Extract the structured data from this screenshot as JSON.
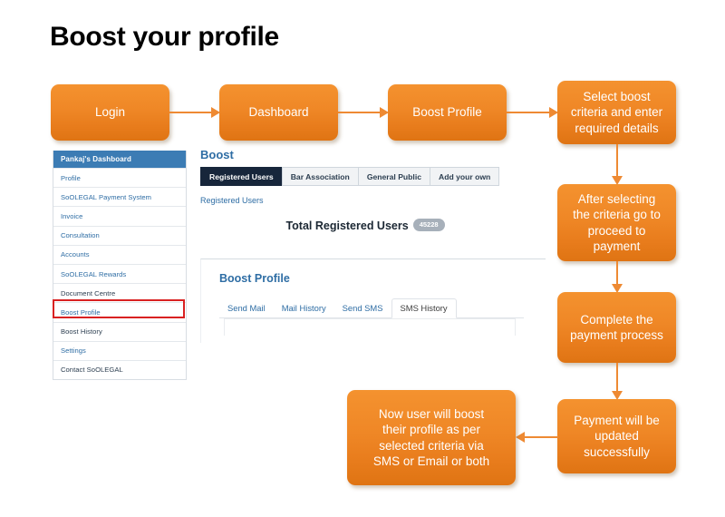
{
  "page": {
    "title": "Boost your profile"
  },
  "flow": {
    "boxes": [
      {
        "id": "login",
        "label": "Login"
      },
      {
        "id": "dashboard",
        "label": "Dashboard"
      },
      {
        "id": "boost",
        "label": "Boost Profile"
      },
      {
        "id": "criteria",
        "lines": [
          "Select boost",
          "criteria and enter",
          "required details"
        ]
      },
      {
        "id": "after",
        "lines": [
          "After selecting",
          "the criteria go to",
          "proceed to",
          "payment"
        ]
      },
      {
        "id": "complete",
        "lines": [
          "Complete the",
          "payment process"
        ]
      },
      {
        "id": "payment",
        "lines": [
          "Payment will be",
          "updated",
          "successfully"
        ]
      },
      {
        "id": "now_user",
        "lines": [
          "Now user will boost",
          "their profile as per",
          "selected criteria via",
          "SMS or Email or both"
        ]
      }
    ],
    "box_color": "#ef8726",
    "arrow_color": "#ee8a33",
    "text_color": "#ffffff"
  },
  "flow_text": {
    "login": "Login",
    "dashboard": "Dashboard",
    "boost_profile": "Boost Profile",
    "criteria_l1": "Select boost",
    "criteria_l2": "criteria and enter",
    "criteria_l3": "required details",
    "after_l1": "After selecting",
    "after_l2": "the criteria go to",
    "after_l3": "proceed to",
    "after_l4": "payment",
    "complete_l1": "Complete the",
    "complete_l2": "payment process",
    "payment_l1": "Payment will be",
    "payment_l2": "updated",
    "payment_l3": "successfully",
    "nowuser_l1": "Now user will boost",
    "nowuser_l2": "their profile as per",
    "nowuser_l3": "selected criteria via",
    "nowuser_l4": "SMS or Email or both"
  },
  "app": {
    "sidebar": {
      "header": "Pankaj's Dashboard",
      "header_color": "#3c7cb4",
      "highlight_color": "#d92121",
      "highlighted_item": "Boost Profile",
      "items": [
        {
          "label": "Profile"
        },
        {
          "label": "SoOLEGAL Payment System"
        },
        {
          "label": "Invoice"
        },
        {
          "label": "Consultation"
        },
        {
          "label": "Accounts"
        },
        {
          "label": "SoOLEGAL Rewards"
        },
        {
          "label": "Document Centre"
        },
        {
          "label": "Boost Profile"
        },
        {
          "label": "Boost History"
        },
        {
          "label": "Settings"
        },
        {
          "label": "Contact SoOLEGAL"
        }
      ]
    },
    "boost_section": {
      "heading": "Boost",
      "tabs": [
        {
          "label": "Registered Users",
          "active": true
        },
        {
          "label": "Bar Association",
          "active": false
        },
        {
          "label": "General Public",
          "active": false
        },
        {
          "label": "Add your own",
          "active": false
        }
      ],
      "sub_label": "Registered Users",
      "total_label": "Total Registered Users",
      "total_badge": "45228"
    },
    "profile_card": {
      "title": "Boost Profile",
      "tabs": [
        {
          "label": "Send Mail",
          "active": false
        },
        {
          "label": "Mail History",
          "active": false
        },
        {
          "label": "Send SMS",
          "active": false
        },
        {
          "label": "SMS History",
          "active": true
        }
      ]
    }
  }
}
